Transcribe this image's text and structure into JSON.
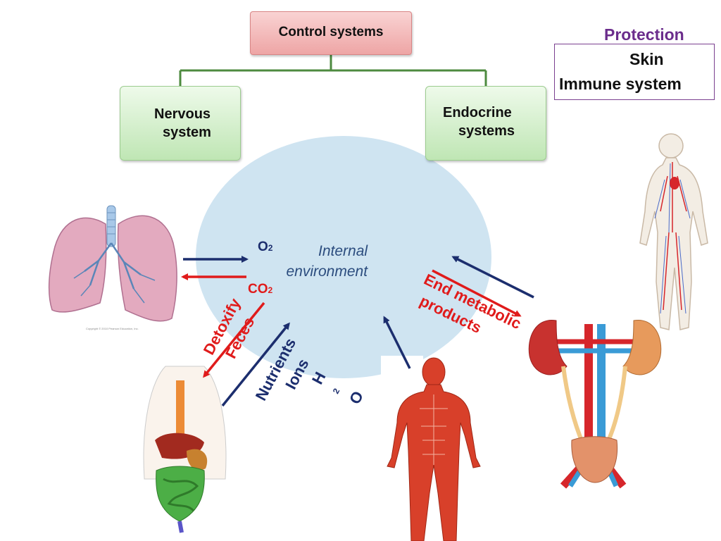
{
  "control": {
    "title": "Control systems"
  },
  "nervous": {
    "line1": "Nervous",
    "line2": "system"
  },
  "endocrine": {
    "line1": "Endocrine",
    "line2": "systems"
  },
  "protection": {
    "title": "Protection",
    "items": [
      "Skin",
      "Immune system"
    ]
  },
  "center": {
    "line1": "Internal",
    "line2": "environment"
  },
  "gases": {
    "o2_main": "O",
    "o2_sub": "2",
    "co2_main": "CO",
    "co2_sub": "2"
  },
  "waste": {
    "line1": "Detoxify",
    "line2": "Feces"
  },
  "intake": {
    "line1": "Nutrients",
    "line2": "Ions",
    "line3_a": "H",
    "line3_sub": "2",
    "line3_b": "O"
  },
  "kidney": {
    "line1": "End metabolic",
    "line2": "products"
  },
  "lungs_caption": "Copyright © 2010 Pearson Education, Inc.",
  "colors": {
    "control_fill": "#eea5a5",
    "system_fill": "#bfe6b4",
    "connector": "#4d8a3f",
    "circle": "#cfe4f1",
    "arrow_blue": "#1c2e6e",
    "arrow_red": "#e01b1b",
    "protection": "#6b2d8c"
  }
}
